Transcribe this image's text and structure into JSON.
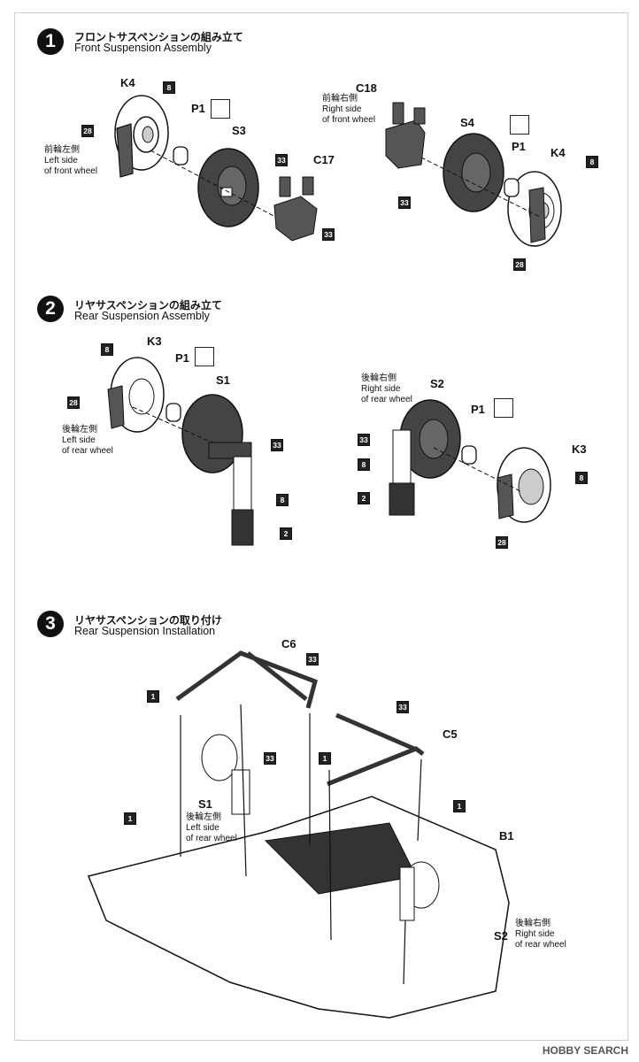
{
  "steps": [
    {
      "number": "1",
      "title_ja": "フロントサスペンションの組み立て",
      "title_en": "Front Suspension Assembly"
    },
    {
      "number": "2",
      "title_ja": "リヤサスペンションの組み立て",
      "title_en": "Rear Suspension Assembly"
    },
    {
      "number": "3",
      "title_ja": "リヤサスペンションの取り付け",
      "title_en": "Rear Suspension Installation"
    }
  ],
  "parts": {
    "k4": "K4",
    "p1": "P1",
    "s3": "S3",
    "c17": "C17",
    "c18": "C18",
    "s4": "S4",
    "k3": "K3",
    "s1": "S1",
    "s2": "S2",
    "c6": "C6",
    "c5": "C5",
    "b1": "B1"
  },
  "colors": {
    "8": "8",
    "28": "28",
    "33": "33",
    "2": "2",
    "1": "1"
  },
  "notes": {
    "front_left_ja": "前輪左側",
    "front_left_en1": "Left side",
    "front_left_en2": "of front wheel",
    "front_right_ja": "前輪右側",
    "front_right_en1": "Right side",
    "front_right_en2": "of front wheel",
    "rear_left_ja": "後輪左側",
    "rear_left_en1": "Left side",
    "rear_left_en2": "of rear wheel",
    "rear_right_ja": "後輪右側",
    "rear_right_en1": "Right side",
    "rear_right_en2": "of rear wheel"
  },
  "watermark": "HOBBY SEARCH"
}
